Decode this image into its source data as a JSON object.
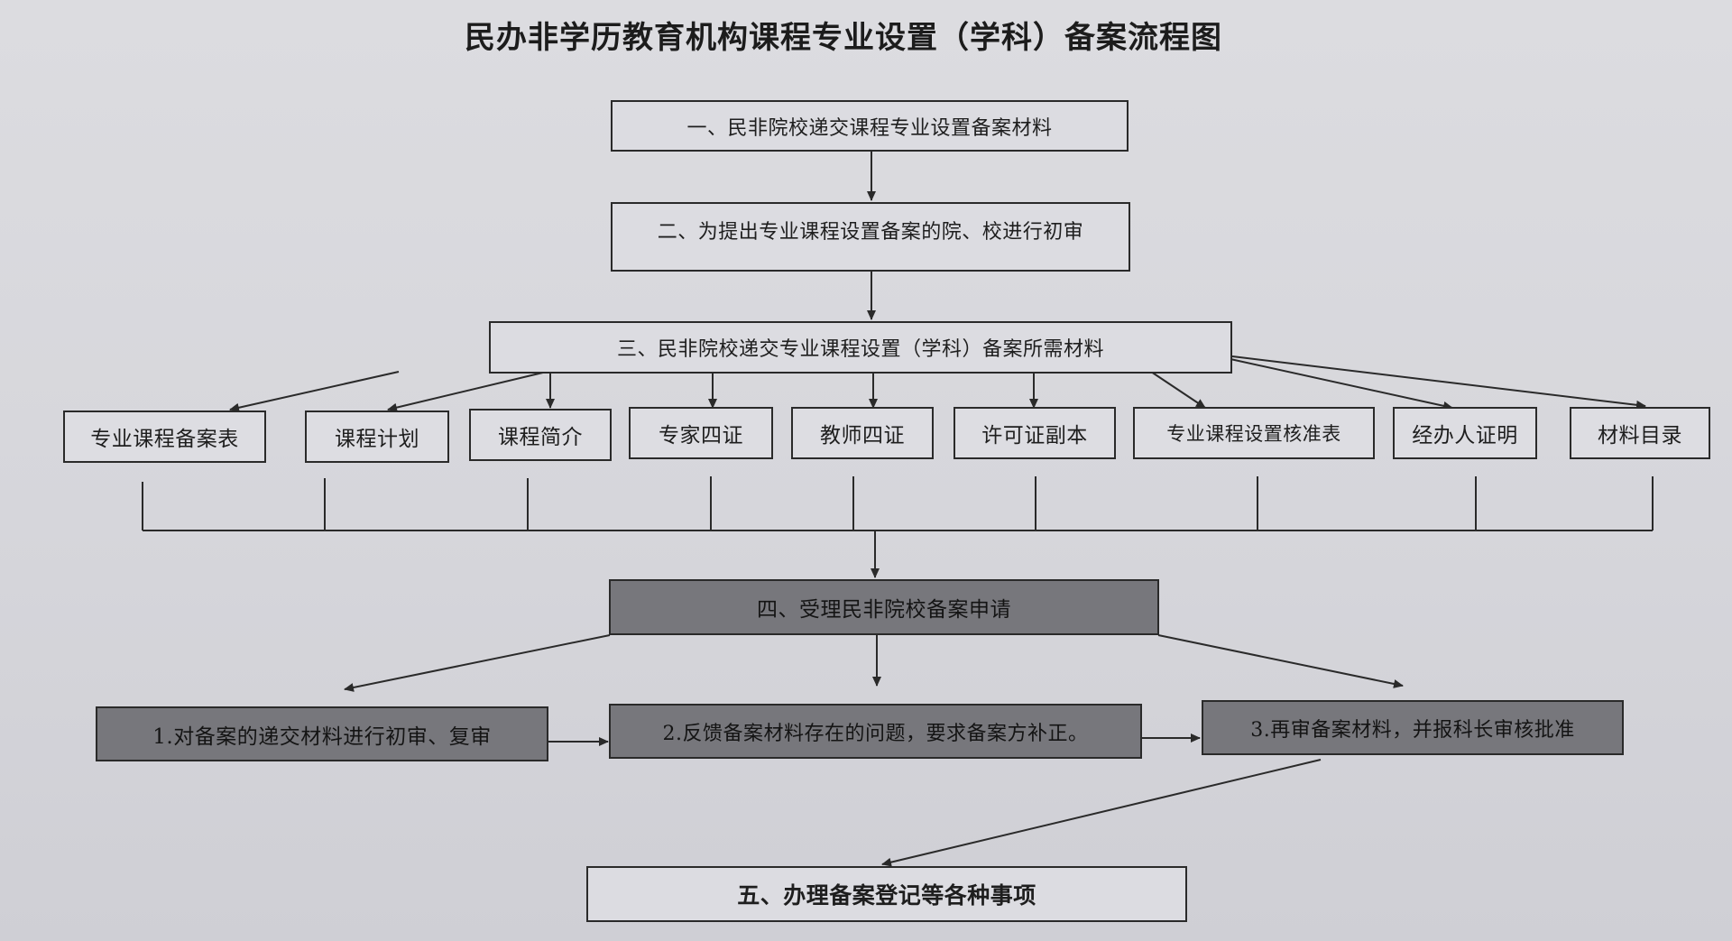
{
  "title": "民办非学历教育机构课程专业设置（学科）备案流程图",
  "steps": {
    "step1": "一、民非院校递交课程专业设置备案材料",
    "step2": "二、为提出专业课程设置备案的院、校进行初审",
    "step3": "三、民非院校递交专业课程设置（学科）备案所需材料",
    "step4": "四、受理民非院校备案申请",
    "step5": "五、办理备案登记等各种事项"
  },
  "documents": [
    "专业课程备案表",
    "课程计划",
    "课程简介",
    "专家四证",
    "教师四证",
    "许可证副本",
    "专业课程设置核准表",
    "经办人证明",
    "材料目录"
  ],
  "review_steps": [
    "1.对备案的递交材料进行初审、复审",
    "2.反馈备案材料存在的问题，要求备案方补正。",
    "3.再审备案材料，并报科长审核批准"
  ],
  "colors": {
    "line": "#2a2a2a",
    "dark_box": "#77777c",
    "light_box": "#dcdce1"
  }
}
